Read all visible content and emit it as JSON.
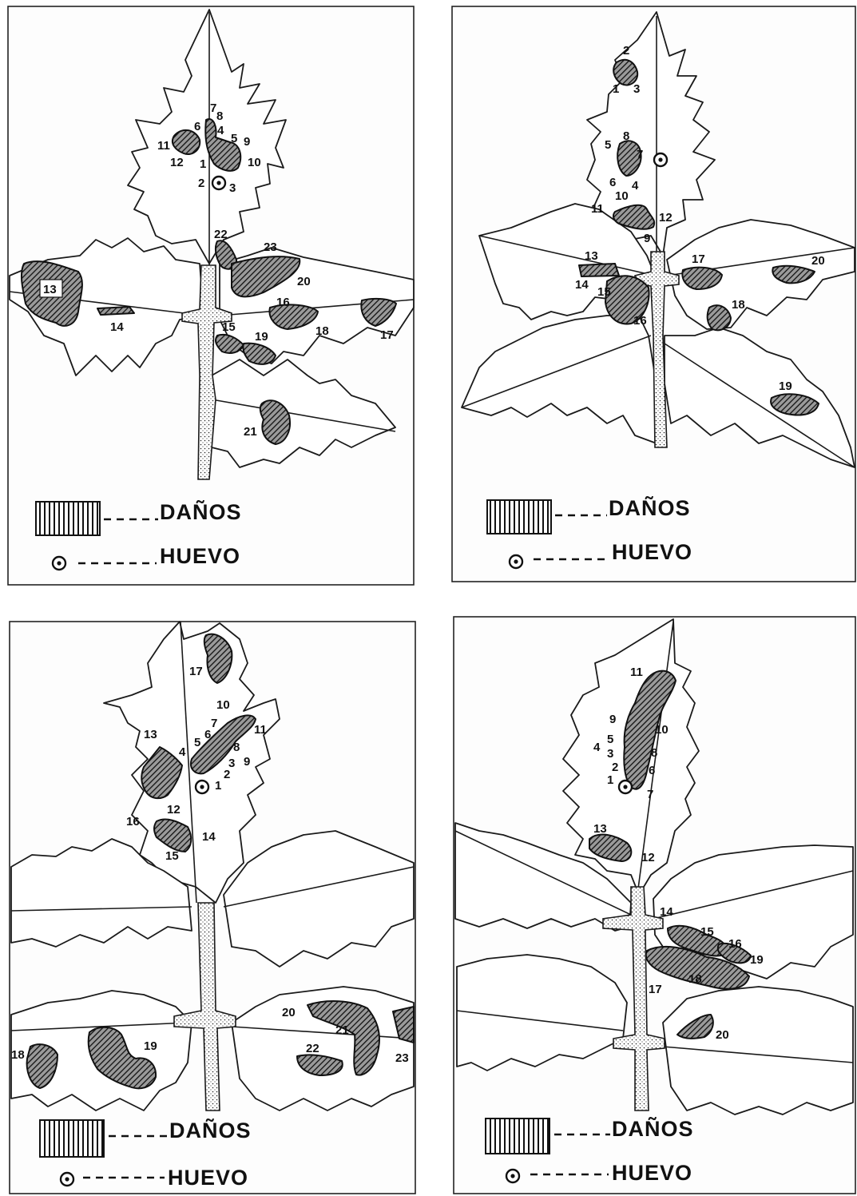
{
  "legend": {
    "damage_label": "DAÑOS",
    "egg_label": "HUEVO"
  },
  "panels": [
    {
      "labels": [
        "1",
        "2",
        "3",
        "4",
        "5",
        "6",
        "7",
        "8",
        "9",
        "10",
        "11",
        "12",
        "13",
        "14",
        "15",
        "16",
        "17",
        "18",
        "19",
        "20",
        "21",
        "22",
        "23"
      ]
    },
    {
      "labels": [
        "1",
        "2",
        "3",
        "4",
        "5",
        "6",
        "7",
        "8",
        "9",
        "10",
        "11",
        "12",
        "13",
        "14",
        "15",
        "16",
        "17",
        "18",
        "19",
        "20"
      ]
    },
    {
      "labels": [
        "1",
        "2",
        "3",
        "4",
        "5",
        "6",
        "7",
        "8",
        "9",
        "10",
        "11",
        "12",
        "13",
        "14",
        "15",
        "16",
        "17",
        "18",
        "19",
        "20",
        "21",
        "22",
        "23"
      ]
    },
    {
      "labels": [
        "1",
        "2",
        "3",
        "4",
        "5",
        "6",
        "7",
        "8",
        "9",
        "10",
        "11",
        "12",
        "13",
        "14",
        "15",
        "16",
        "17",
        "18",
        "19",
        "20"
      ]
    }
  ],
  "colors": {
    "ink": "#111111",
    "paper": "#ffffff"
  }
}
